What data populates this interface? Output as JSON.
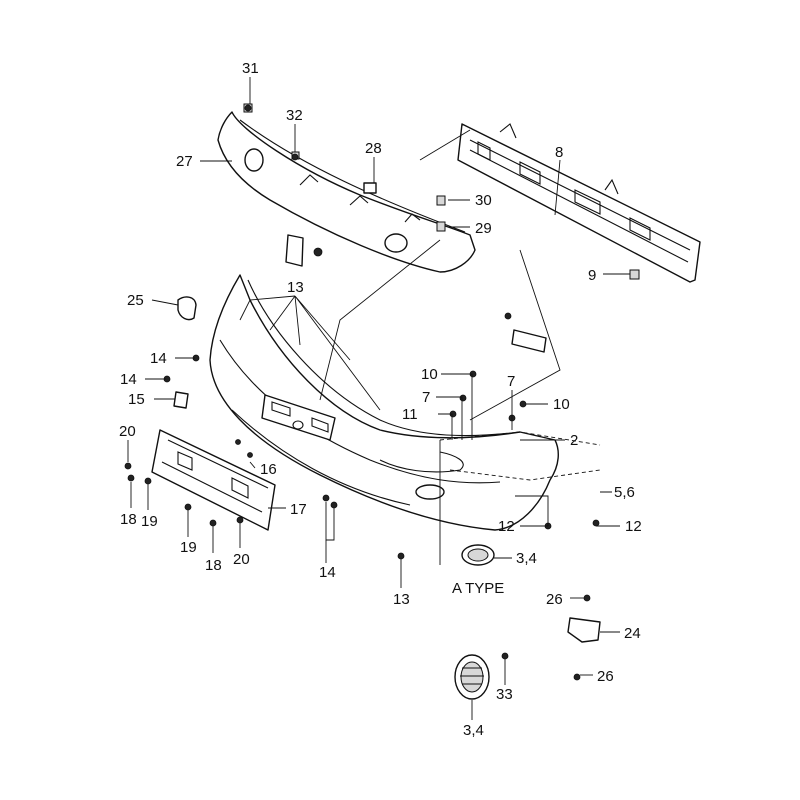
{
  "callouts": {
    "c31": "31",
    "c32": "32",
    "c28": "28",
    "c27": "27",
    "c8": "8",
    "c30": "30",
    "c29": "29",
    "c9": "9",
    "c13_top": "13",
    "c25": "25",
    "c14_a": "14",
    "c14_b": "14",
    "c15": "15",
    "c10_a": "10",
    "c7_a": "7",
    "c7_b": "7",
    "c10_b": "10",
    "c11": "11",
    "c2": "2",
    "c20_a": "20",
    "c16": "16",
    "c18_a": "18",
    "c19_a": "19",
    "c17": "17",
    "c56": "5,6",
    "c12_a": "12",
    "c12_b": "12",
    "c19_b": "19",
    "c18_b": "18",
    "c20_b": "20",
    "c14_c": "14",
    "c34_a": "3,4",
    "c13_bottom": "13",
    "c26_a": "26",
    "c24": "24",
    "c26_b": "26",
    "c33": "33",
    "c34_b": "3,4"
  },
  "type_label": "A TYPE"
}
